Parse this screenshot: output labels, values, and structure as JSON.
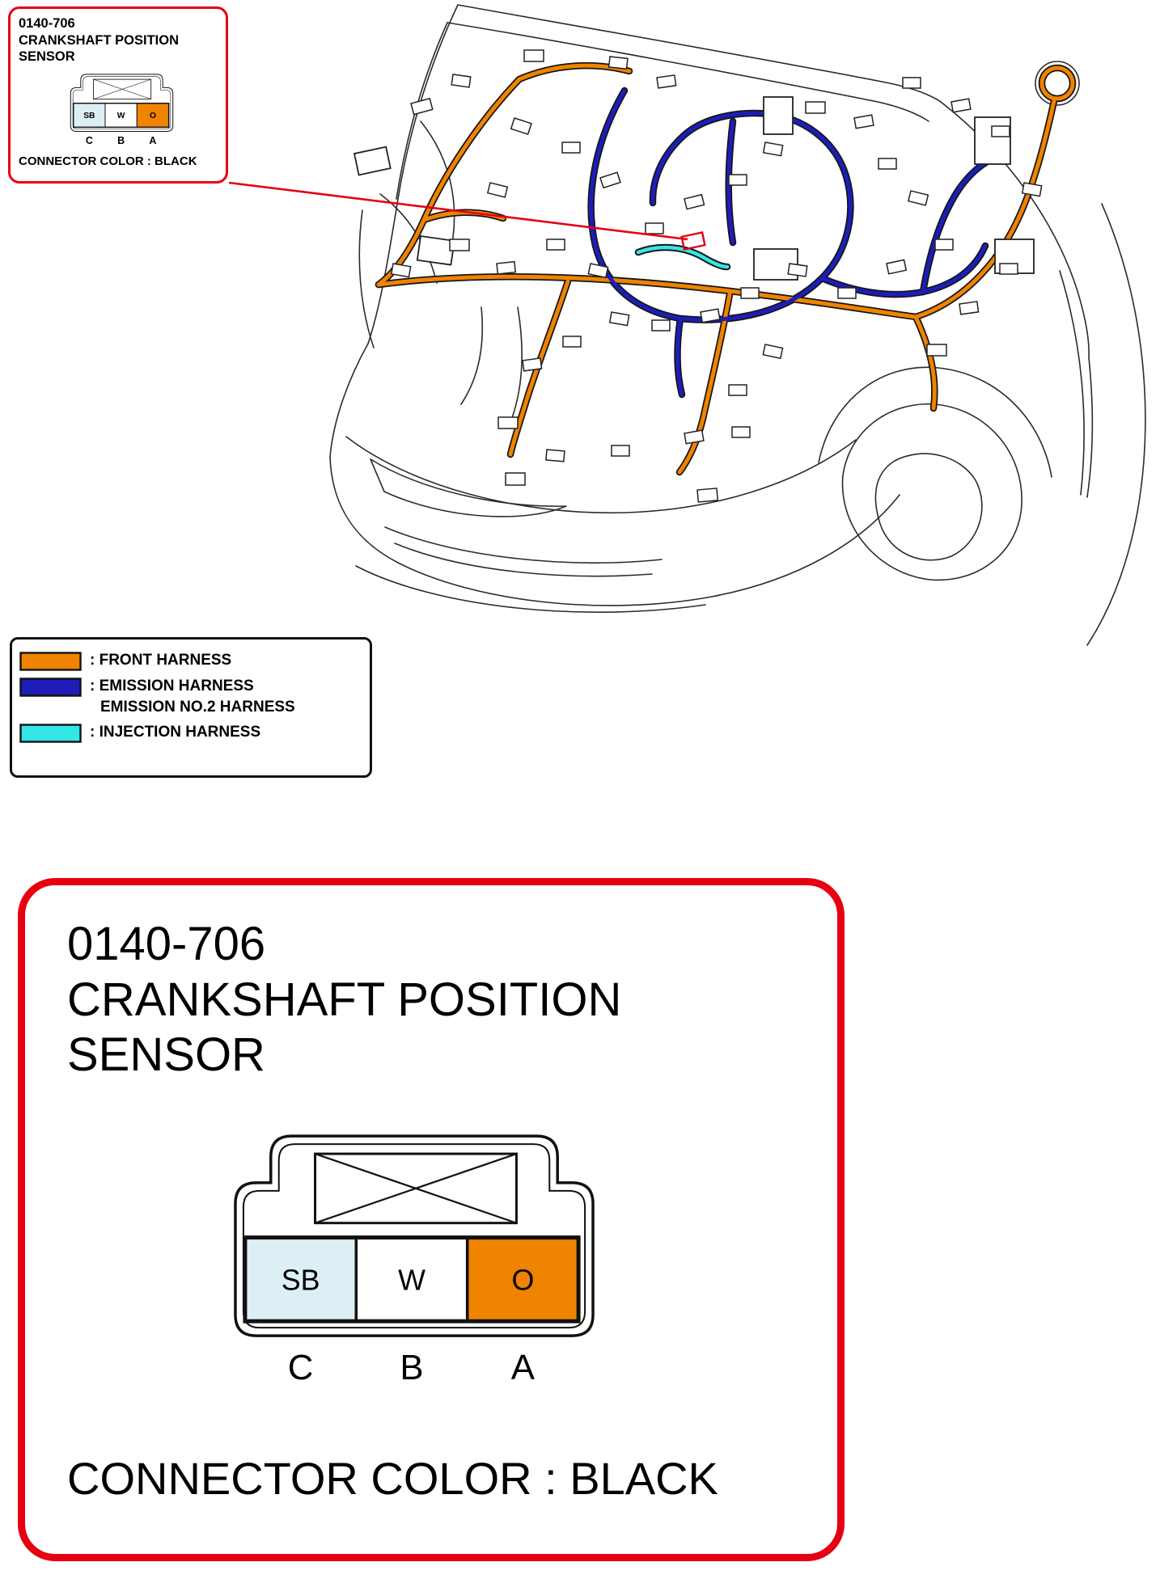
{
  "connector": {
    "code": "0140-706",
    "name_line1": "CRANKSHAFT POSITION",
    "name_line2": "SENSOR",
    "color_label": "CONNECTOR COLOR : BLACK",
    "pins": [
      {
        "wire": "SB",
        "terminal": "C",
        "fill": "#dceff5"
      },
      {
        "wire": "W",
        "terminal": "B",
        "fill": "#ffffff"
      },
      {
        "wire": "O",
        "terminal": "A",
        "fill": "#f08300"
      }
    ]
  },
  "legend": {
    "items": [
      {
        "label": ": FRONT HARNESS",
        "color": "#f08300"
      },
      {
        "label": ": EMISSION HARNESS",
        "label2": "EMISSION NO.2 HARNESS",
        "color": "#1d1db8"
      },
      {
        "label": ": INJECTION HARNESS",
        "color": "#35e6e6"
      }
    ]
  },
  "colors": {
    "highlight_red": "#e60012",
    "front_harness": "#f08300",
    "emission_harness": "#1d1db8",
    "injection_harness": "#35e6e6"
  }
}
